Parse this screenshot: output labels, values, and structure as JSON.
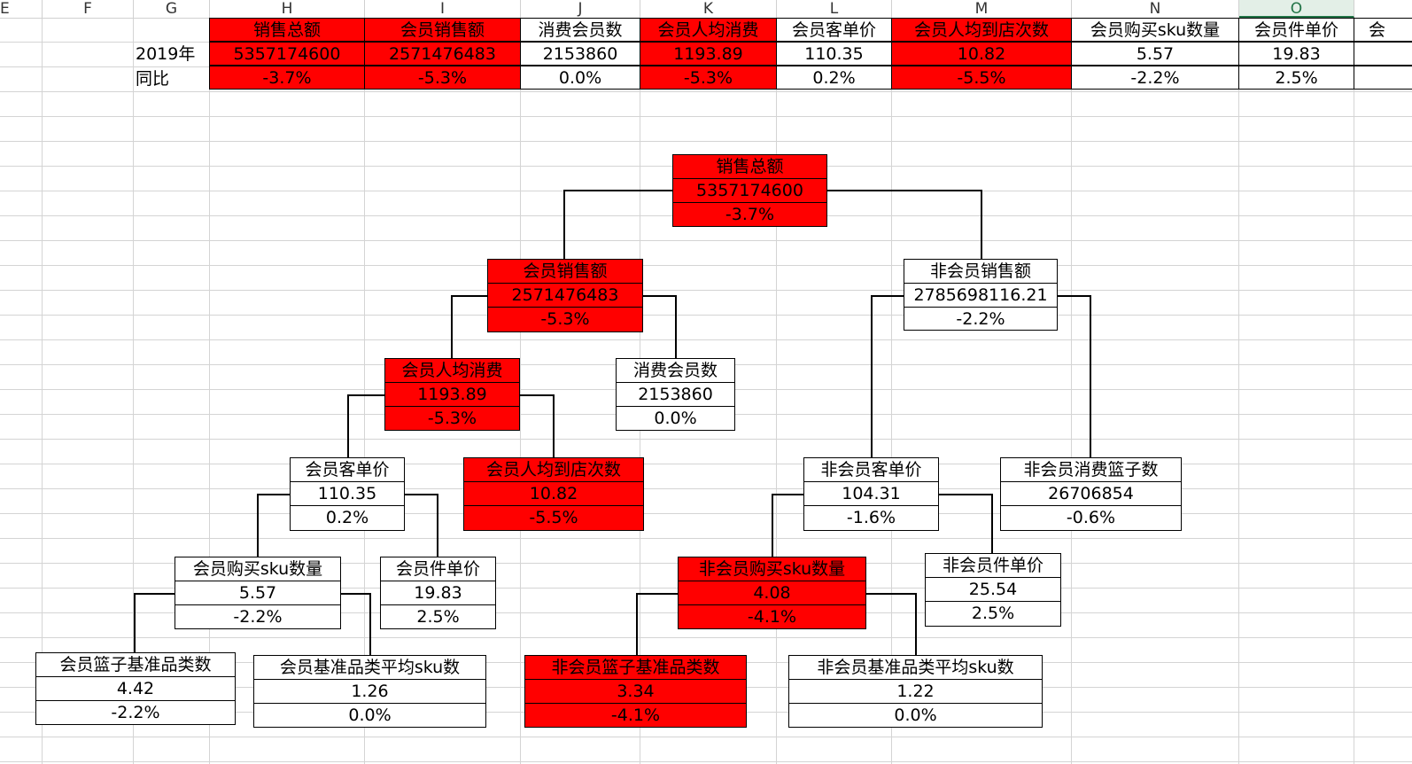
{
  "columns": {
    "e": "E",
    "f": "F",
    "g": "G",
    "h": "H",
    "i": "I",
    "j": "J",
    "k": "K",
    "l": "L",
    "m": "M",
    "n": "N",
    "o": "O"
  },
  "summary": {
    "year_label": "2019年",
    "yoy_label": "同比",
    "items": [
      {
        "header": "销售总额",
        "value": "5357174600",
        "yoy": "-3.7%",
        "highlight": true
      },
      {
        "header": "会员销售额",
        "value": "2571476483",
        "yoy": "-5.3%",
        "highlight": true
      },
      {
        "header": "消费会员数",
        "value": "2153860",
        "yoy": "0.0%",
        "highlight": false
      },
      {
        "header": "会员人均消费",
        "value": "1193.89",
        "yoy": "-5.3%",
        "highlight": true
      },
      {
        "header": "会员客单价",
        "value": "110.35",
        "yoy": "0.2%",
        "highlight": false
      },
      {
        "header": "会员人均到店次数",
        "value": "10.82",
        "yoy": "-5.5%",
        "highlight": true
      },
      {
        "header": "会员购买sku数量",
        "value": "5.57",
        "yoy": "-2.2%",
        "highlight": false
      },
      {
        "header": "会员件单价",
        "value": "19.83",
        "yoy": "2.5%",
        "highlight": false
      },
      {
        "header": "会",
        "value": "",
        "yoy": "",
        "highlight": false
      }
    ]
  },
  "tree": {
    "total_sales": {
      "label": "销售总额",
      "value": "5357174600",
      "yoy": "-3.7%"
    },
    "member_sales": {
      "label": "会员销售额",
      "value": "2571476483",
      "yoy": "-5.3%"
    },
    "non_member_sales": {
      "label": "非会员销售额",
      "value": "2785698116.21",
      "yoy": "-2.2%"
    },
    "member_avg_spend": {
      "label": "会员人均消费",
      "value": "1193.89",
      "yoy": "-5.3%"
    },
    "consuming_members": {
      "label": "消费会员数",
      "value": "2153860",
      "yoy": "0.0%"
    },
    "member_ticket": {
      "label": "会员客单价",
      "value": "110.35",
      "yoy": "0.2%"
    },
    "member_visits": {
      "label": "会员人均到店次数",
      "value": "10.82",
      "yoy": "-5.5%"
    },
    "non_member_ticket": {
      "label": "非会员客单价",
      "value": "104.31",
      "yoy": "-1.6%"
    },
    "non_member_baskets": {
      "label": "非会员消费篮子数",
      "value": "26706854",
      "yoy": "-0.6%"
    },
    "member_sku_qty": {
      "label": "会员购买sku数量",
      "value": "5.57",
      "yoy": "-2.2%"
    },
    "member_unit_price": {
      "label": "会员件单价",
      "value": "19.83",
      "yoy": "2.5%"
    },
    "non_member_sku_qty": {
      "label": "非会员购买sku数量",
      "value": "4.08",
      "yoy": "-4.1%"
    },
    "non_member_unit_price": {
      "label": "非会员件单价",
      "value": "25.54",
      "yoy": "2.5%"
    },
    "member_basket_categories": {
      "label": "会员篮子基准品类数",
      "value": "4.42",
      "yoy": "-2.2%"
    },
    "member_avg_sku_per_category": {
      "label": "会员基准品类平均sku数",
      "value": "1.26",
      "yoy": "0.0%"
    },
    "non_member_basket_categories": {
      "label": "非会员篮子基准品类数",
      "value": "3.34",
      "yoy": "-4.1%"
    },
    "non_member_avg_sku_per_category": {
      "label": "非会员基准品类平均sku数",
      "value": "1.22",
      "yoy": "0.0%"
    }
  },
  "colors": {
    "decline_fill": "#ff0000",
    "normal_fill": "#ffffff",
    "selected_column": "#217346"
  }
}
